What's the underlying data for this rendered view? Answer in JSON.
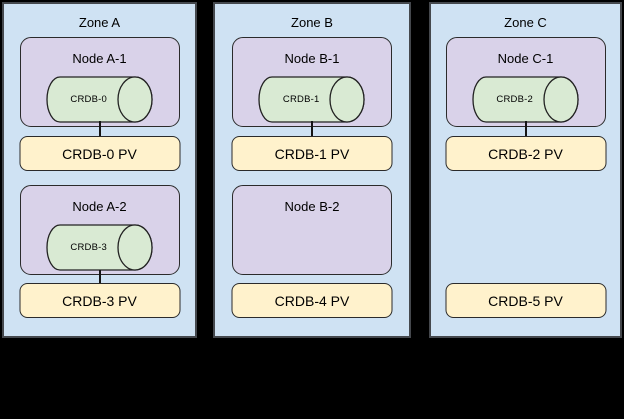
{
  "colors": {
    "canvas_background": "#000000",
    "zone_fill": "#cfe2f3",
    "zone_border": "#45484d",
    "node_fill": "#d9d2e9",
    "node_border": "#2b2b2b",
    "db_cylinder_fill": "#d9ead3",
    "pv_fill": "#fff2cc",
    "text": "#000000"
  },
  "zones": [
    {
      "label": "Zone A",
      "node1": {
        "label": "Node A-1",
        "db_label": "CRDB-0"
      },
      "pv1": {
        "label": "CRDB-0 PV"
      },
      "node2": {
        "label": "Node A-2",
        "db_label": "CRDB-3"
      },
      "pv2": {
        "label": "CRDB-3 PV"
      }
    },
    {
      "label": "Zone B",
      "node1": {
        "label": "Node B-1",
        "db_label": "CRDB-1"
      },
      "pv1": {
        "label": "CRDB-1 PV"
      },
      "node2": {
        "label": "Node B-2"
      },
      "pv2": {
        "label": "CRDB-4 PV"
      }
    },
    {
      "label": "Zone C",
      "node1": {
        "label": "Node C-1",
        "db_label": "CRDB-2"
      },
      "pv1": {
        "label": "CRDB-2 PV"
      },
      "pv2": {
        "label": "CRDB-5 PV"
      }
    }
  ]
}
